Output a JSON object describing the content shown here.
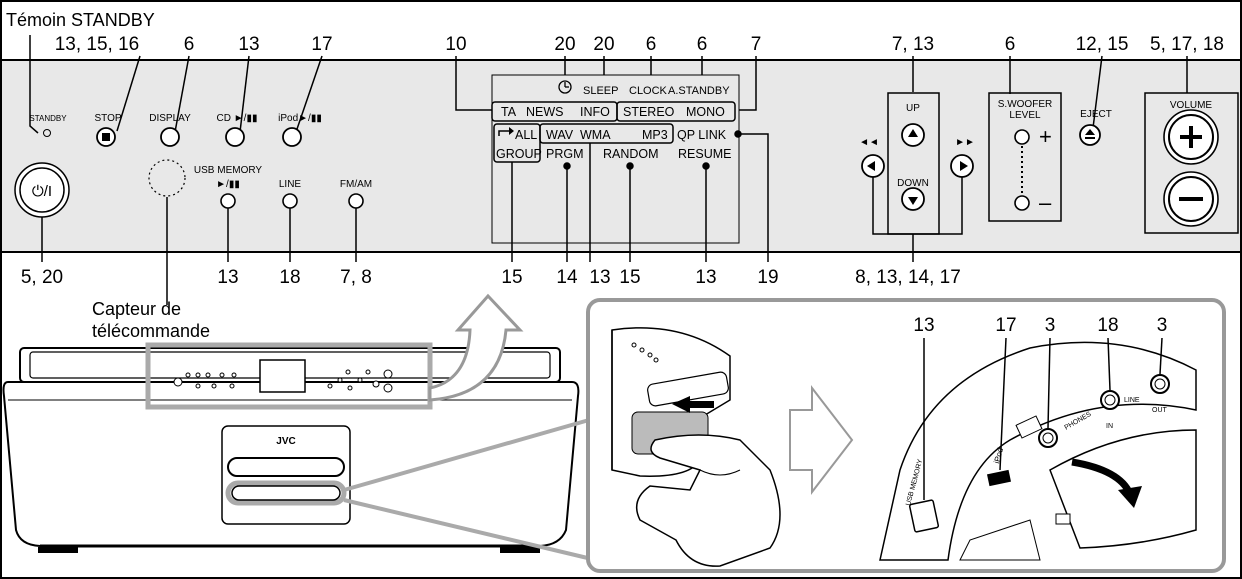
{
  "captions": {
    "standby_indicator": "Témoin STANDBY",
    "remote_sensor_1": "Capteur de",
    "remote_sensor_2": "télécommande"
  },
  "top_numbers": {
    "stop": "13, 15, 16",
    "display": "6",
    "cd": "13",
    "ipod": "17",
    "ta": "10",
    "clock_icon": "20",
    "sleep": "20",
    "clock": "6",
    "astandby": "6",
    "mono": "7",
    "updown": "7, 13",
    "swoofer": "6",
    "eject": "12, 15",
    "volume": "5, 17, 18"
  },
  "bottom_numbers": {
    "power": "5, 20",
    "usb": "13",
    "line": "18",
    "fmam": "7, 8",
    "group": "15",
    "prgm": "14",
    "wav": "13",
    "random": "15",
    "resume": "13",
    "qplink": "19",
    "skip": "8, 13, 14, 17"
  },
  "panel_labels": {
    "standby": "STANDBY",
    "stop": "STOP",
    "display": "DISPLAY",
    "cd": "CD ►/▮▮",
    "ipod": "iPod►/▮▮",
    "usb_memory": "USB MEMORY",
    "usb_play": "►/▮▮",
    "line": "LINE",
    "fmam": "FM/AM",
    "up": "UP",
    "down": "DOWN",
    "prev": "◄◄",
    "next": "►►",
    "swoofer_1": "S.WOOFER",
    "swoofer_2": "LEVEL",
    "eject": "EJECT",
    "volume": "VOLUME",
    "power": "⏻/I"
  },
  "lcd": {
    "sleep": "SLEEP",
    "clock": "CLOCK",
    "astandby": "A.STANDBY",
    "ta": "TA",
    "news": "NEWS",
    "info": "INFO",
    "stereo": "STEREO",
    "mono": "MONO",
    "all": "ALL",
    "wav": "WAV",
    "wma": "WMA",
    "mp3": "MP3",
    "qplink": "QP LINK",
    "group": "GROUP",
    "prgm": "PRGM",
    "random": "RANDOM",
    "resume": "RESUME"
  },
  "side_numbers": {
    "usb": "13",
    "ipod": "17",
    "phones": "3",
    "line_in": "18",
    "line_out": "3"
  },
  "side_labels": {
    "usb_memory": "USB MEMORY",
    "ipod": "iPod",
    "phones": "PHONES",
    "line": "LINE",
    "in": "IN",
    "out": "OUT"
  },
  "brand": "JVC"
}
